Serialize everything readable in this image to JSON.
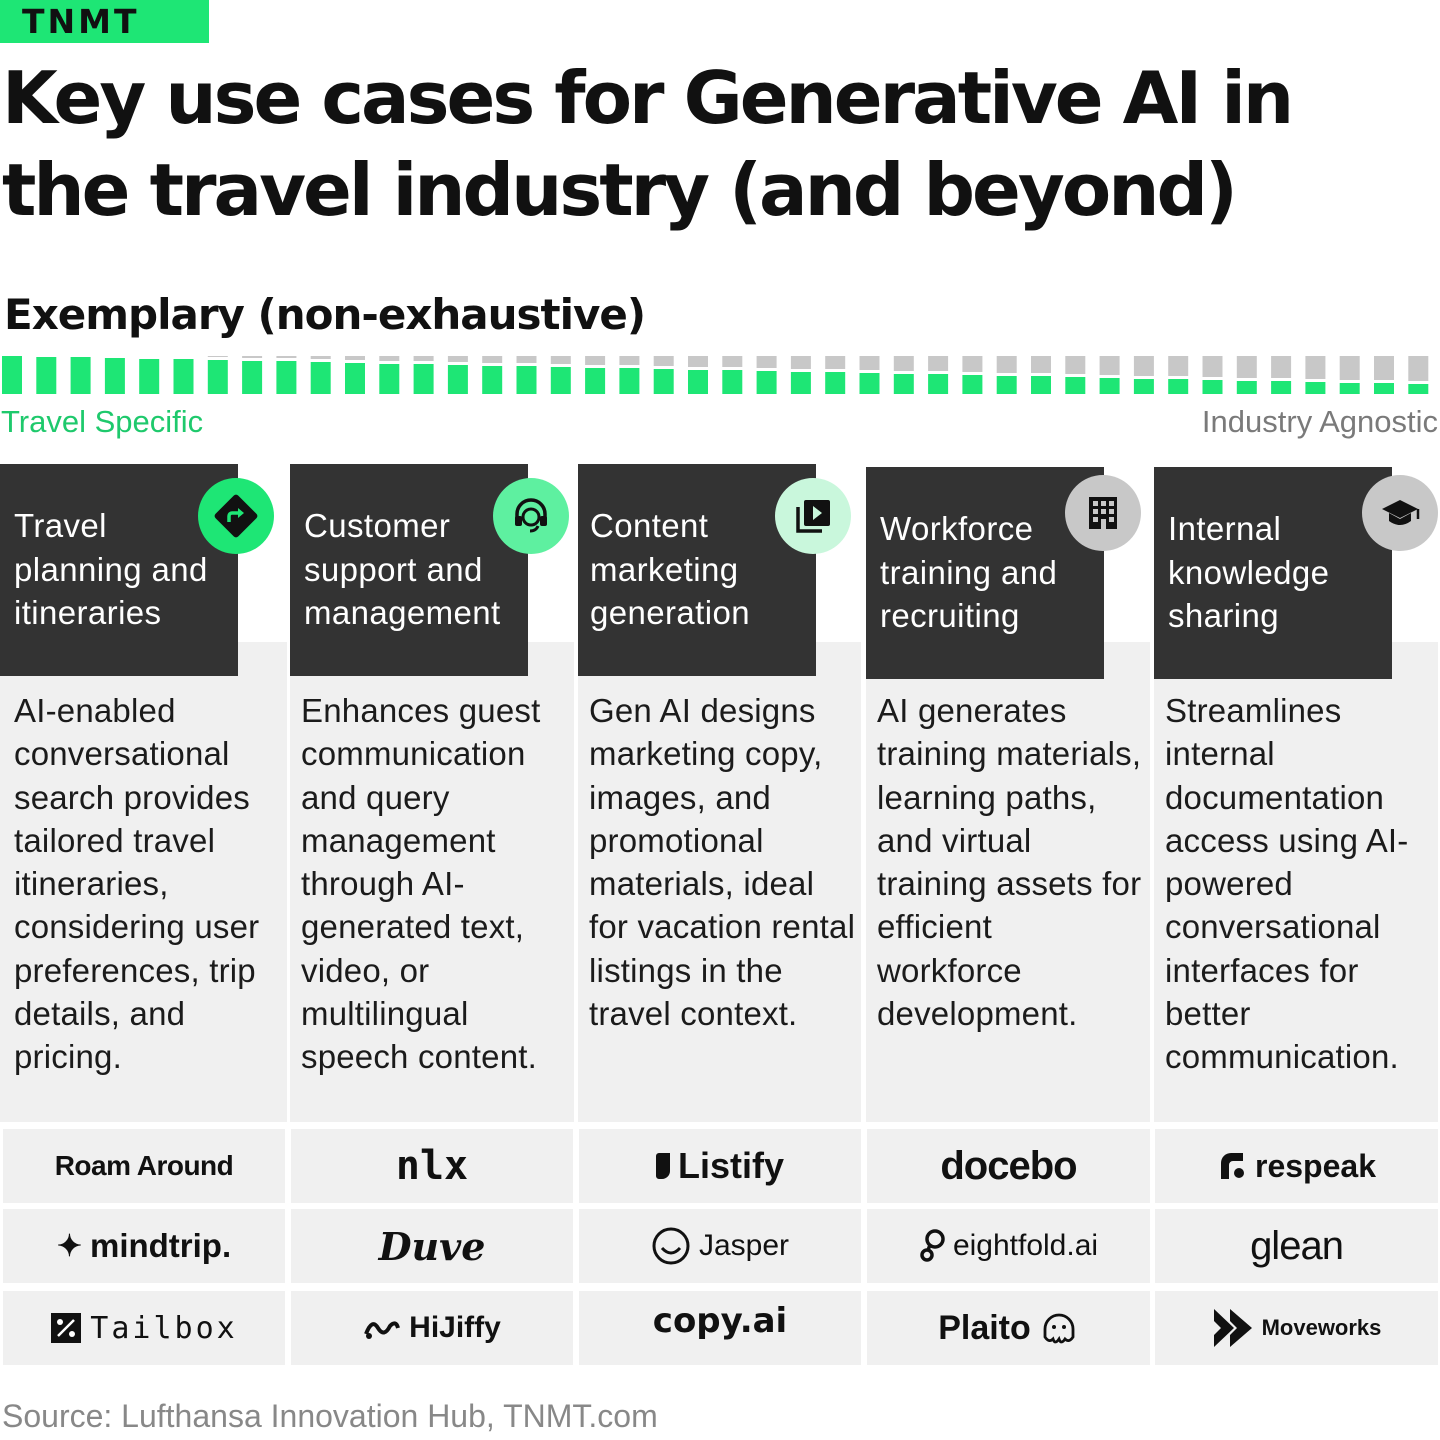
{
  "brand": "TNMT",
  "title": "Key use cases for Generative AI in the travel industry (and beyond)",
  "subtitle": "Exemplary (non-exhaustive)",
  "spectrum": {
    "left": "Travel Specific",
    "right": "Industry Agnostic"
  },
  "colors": {
    "accent": "#1ee675",
    "header_bg": "#333333",
    "card_bg": "#f0f0f0",
    "gray": "#c8c8c8"
  },
  "columns": [
    {
      "heading": "Travel planning and itineraries",
      "icon": "directions-icon",
      "description": "AI-enabled conversational search provides tailored travel itineraries, considering user preferences, trip details, and pricing.",
      "logos": [
        "Roam Around",
        "mindtrip.",
        "Tailbox"
      ]
    },
    {
      "heading": "Customer support and management",
      "icon": "headset-icon",
      "description": "Enhances guest communication and query management through AI-generated text, video, or multilingual speech content.",
      "logos": [
        "nlx",
        "Duve",
        "HiJiffy"
      ]
    },
    {
      "heading": "Content marketing generation",
      "icon": "video-library-icon",
      "description": "Gen AI designs marketing copy, images, and promotional materials, ideal for vacation rental listings in the travel context.",
      "logos": [
        "Listify",
        "Jasper",
        "copy.ai"
      ]
    },
    {
      "heading": "Workforce training and recruiting",
      "icon": "building-icon",
      "description": "AI generates training materials, learning paths, and virtual training assets for efficient workforce development.",
      "logos": [
        "docebo",
        "eightfold.ai",
        "Plaito"
      ]
    },
    {
      "heading": "Internal knowledge sharing",
      "icon": "graduation-cap-icon",
      "description": "Streamlines internal documentation access using AI-powered conversational interfaces for better communication.",
      "logos": [
        "respeak",
        "glean",
        "Moveworks"
      ]
    }
  ],
  "source": "Source: Lufthansa Innovation Hub, TNMT.com"
}
